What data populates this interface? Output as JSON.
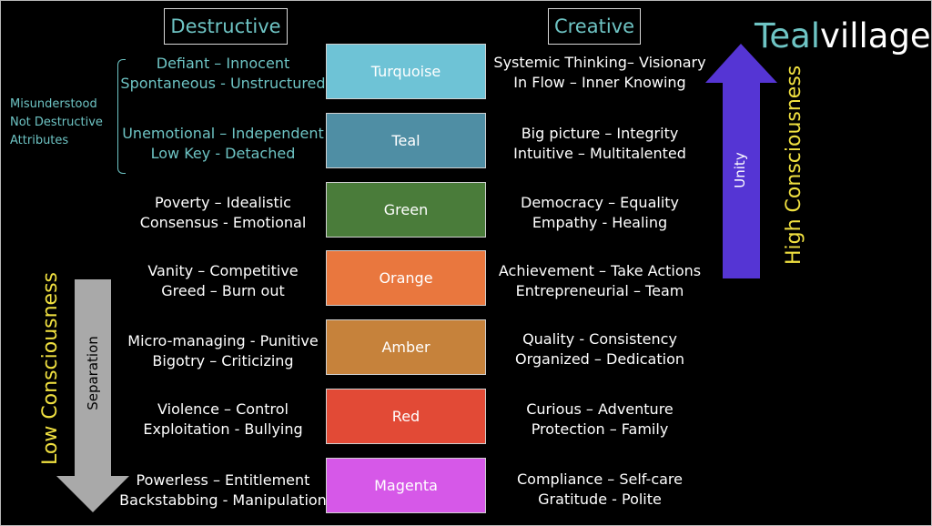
{
  "headers": {
    "destructive": "Destructive",
    "creative": "Creative"
  },
  "logo": {
    "part1": "Teal",
    "part2": "village"
  },
  "misunderstood_note": [
    "Misunderstood",
    "Not Destructive",
    "Attributes"
  ],
  "levels": [
    {
      "name": "Turquoise",
      "color": "#6ec3d6",
      "destructive": [
        "Defiant – Innocent",
        "Spontaneous - Unstructured"
      ],
      "creative": [
        "Systemic Thinking– Visionary",
        "In Flow – Inner Knowing"
      ]
    },
    {
      "name": "Teal",
      "color": "#4f8ea4",
      "destructive": [
        "Unemotional – Independent",
        "Low Key - Detached"
      ],
      "creative": [
        "Big picture – Integrity",
        "Intuitive – Multitalented"
      ]
    },
    {
      "name": "Green",
      "color": "#4a7c3a",
      "destructive": [
        "Poverty – Idealistic",
        "Consensus - Emotional"
      ],
      "creative": [
        "Democracy – Equality",
        "Empathy - Healing"
      ]
    },
    {
      "name": "Orange",
      "color": "#e9773e",
      "destructive": [
        "Vanity – Competitive",
        "Greed – Burn out"
      ],
      "creative": [
        "Achievement – Take Actions",
        "Entrepreneurial – Team"
      ]
    },
    {
      "name": "Amber",
      "color": "#c6823b",
      "destructive": [
        "Micro-managing - Punitive",
        "Bigotry – Criticizing"
      ],
      "creative": [
        "Quality - Consistency",
        "Organized – Dedication"
      ]
    },
    {
      "name": "Red",
      "color": "#e24a36",
      "destructive": [
        "Violence – Control",
        "Exploitation - Bullying"
      ],
      "creative": [
        "Curious – Adventure",
        "Protection – Family"
      ]
    },
    {
      "name": "Magenta",
      "color": "#d658e8",
      "destructive": [
        "Powerless – Entitlement",
        "Backstabbing - Manipulation"
      ],
      "creative": [
        "Compliance – Self-care",
        "Gratitude - Polite"
      ]
    }
  ],
  "high_arrow": {
    "label": "Unity",
    "color": "#5535d4"
  },
  "low_arrow": {
    "label": "Separation",
    "color": "#a9a9a9"
  },
  "high_consciousness": "High Consciousness",
  "low_consciousness": "Low Consciousness",
  "colors": {
    "teal_text": "#6ec4c4",
    "yellow_text": "#f0e040"
  }
}
